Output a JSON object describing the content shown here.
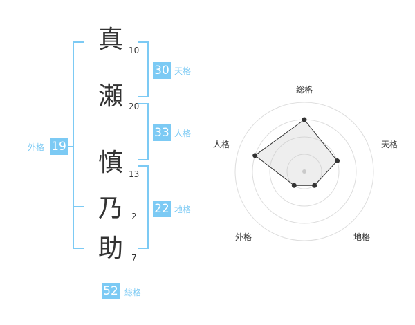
{
  "name": {
    "chars": [
      {
        "char": "真",
        "strokes": "10"
      },
      {
        "char": "瀬",
        "strokes": "20"
      },
      {
        "char": "慎",
        "strokes": "13"
      },
      {
        "char": "乃",
        "strokes": "2"
      },
      {
        "char": "助",
        "strokes": "7"
      }
    ]
  },
  "fortune": {
    "tenkaku": {
      "label": "天格",
      "value": "30"
    },
    "jinkaku": {
      "label": "人格",
      "value": "33"
    },
    "chikaku": {
      "label": "地格",
      "value": "22"
    },
    "gaikaku": {
      "label": "外格",
      "value": "19"
    },
    "soukaku": {
      "label": "総格",
      "value": "52"
    }
  },
  "colors": {
    "accent": "#7ccaf4",
    "text": "#333333",
    "ring": "#dddddd",
    "fill": "#eeeeee"
  },
  "chart_data": {
    "type": "radar",
    "axes": [
      "総格",
      "天格",
      "地格",
      "外格",
      "人格"
    ],
    "rings": 4,
    "max": 4,
    "values": [
      3,
      2,
      1,
      1,
      3
    ]
  }
}
